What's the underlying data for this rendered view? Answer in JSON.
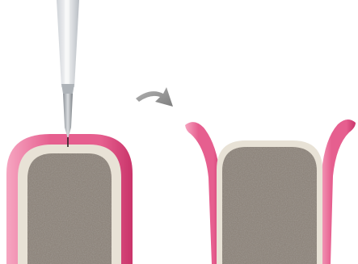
{
  "diagram": {
    "panels": [
      {
        "id": "before",
        "icon": "scalpel-incision-illustration"
      },
      {
        "id": "after",
        "icon": "reflected-flap-illustration"
      }
    ],
    "transition_icon": "curved-arrow-icon",
    "colors": {
      "background": "#ffffff",
      "gingiva": "#e65f8f",
      "gingiva_light": "#f6a6c1",
      "gingiva_dark": "#c9346a",
      "periosteum": "#e8e2d6",
      "bone_base": "#8c8378",
      "blade": "#c9ccd0",
      "handle": "#e6e8eb",
      "arrow": "#9a9a9a"
    }
  }
}
